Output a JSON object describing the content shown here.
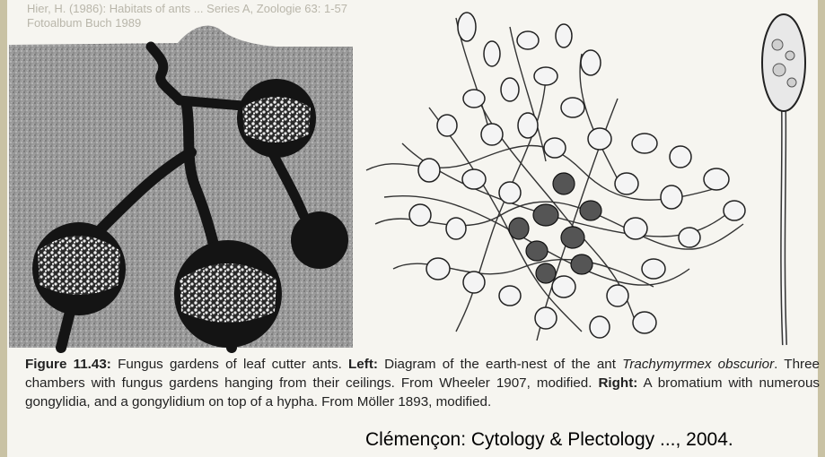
{
  "bleed_through": {
    "line1": "Hier, H. (1986): Habitats of ants ... Series A, Zoologie 63: 1-57",
    "line2": "Fotoalbum Buch 1989"
  },
  "caption": {
    "figure_label": "Figure 11.43:",
    "intro": " Fungus gardens of leaf cutter ants. ",
    "left_label": "Left:",
    "left_text": " Diagram of the earth-nest of the ant ",
    "species": "Trachymyrmex obscurior",
    "left_rest": ". Three chambers with fungus gardens hanging from their ceilings. From Wheeler 1907, modified. ",
    "right_label": "Right:",
    "right_text": " A bromatium with numerous gongylidia, and a gongylidium on top of a hypha. From Möller 1893, modified."
  },
  "credit": "Clémençon: Cytology & Plectology ..., 2004.",
  "colors": {
    "frame": "#c9c2a4",
    "paper": "#f6f5f0",
    "soil": "#8a8a8a",
    "tunnel": "#1a1a1a"
  }
}
